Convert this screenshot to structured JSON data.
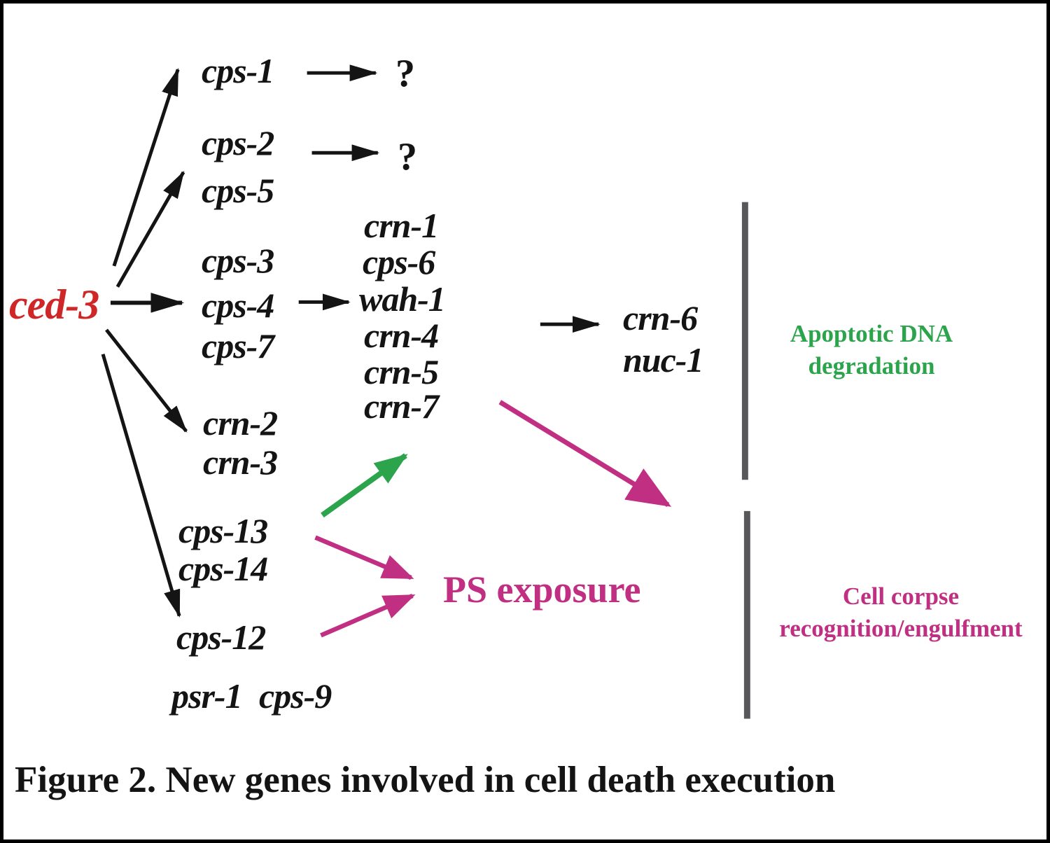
{
  "colors": {
    "c-bg": "#ffffff",
    "c-frame": "#000000",
    "c-text": "#141414",
    "c-red": "#cf2727",
    "c-green": "#2ca44c",
    "c-mag": "#c12f82",
    "c-div": "#58585a"
  },
  "diagram": {
    "root_gene": "ced-3",
    "targets": {
      "cps1": "cps-1",
      "cps2": "cps-2",
      "cps5": "cps-5",
      "cps3": "cps-3",
      "cps4": "cps-4",
      "cps7": "cps-7",
      "crn2": "crn-2",
      "crn3": "crn-3",
      "cps13": "cps-13",
      "cps14": "cps-14",
      "cps12": "cps-12",
      "psr1": "psr-1",
      "cps9": "cps-9"
    },
    "nuclease_group": {
      "crn1": "crn-1",
      "cps6": "cps-6",
      "wah1": "wah-1",
      "crn4": "crn-4",
      "crn5": "crn-5",
      "crn7": "crn-7"
    },
    "downstream_nucleases": {
      "crn6": "crn-6",
      "nuc1": "nuc-1"
    },
    "unknown_target_1": "?",
    "unknown_target_2": "?",
    "ps_exposure": "PS exposure",
    "outcome_dna": {
      "line1": "Apoptotic DNA",
      "line2": "degradation"
    },
    "outcome_corpse": {
      "line1": "Cell corpse",
      "line2": "recognition/engulfment"
    }
  },
  "caption": "Figure 2. New genes involved in cell death execution"
}
